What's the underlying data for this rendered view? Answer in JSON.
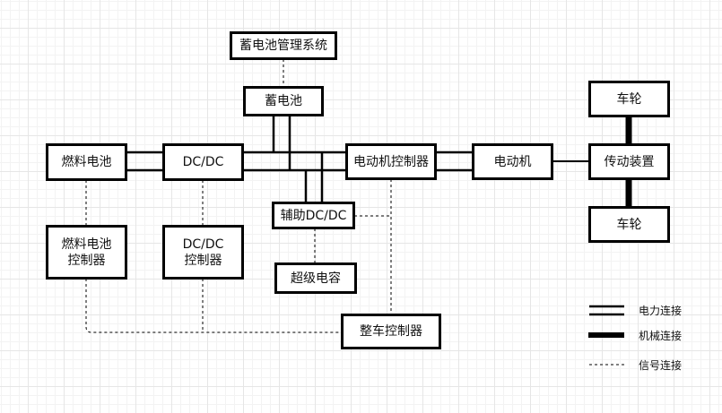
{
  "diagram": {
    "nodes": {
      "bms": "蓄电池管理系统",
      "battery": "蓄电池",
      "fuel_cell": "燃料电池",
      "dcdc": "DC/DC",
      "motor_controller": "电动机控制器",
      "motor": "电动机",
      "transmission": "传动装置",
      "wheel_top": "车轮",
      "wheel_bottom": "车轮",
      "aux_dcdc": "辅助DC/DC",
      "supercap": "超级电容",
      "fc_controller_line1": "燃料电池",
      "fc_controller_line2": "控制器",
      "dcdc_controller_line1": "DC/DC",
      "dcdc_controller_line2": "控制器",
      "vehicle_controller": "整车控制器"
    },
    "legend": {
      "electric": "电力连接",
      "mechanical": "机械连接",
      "signal": "信号连接"
    }
  }
}
